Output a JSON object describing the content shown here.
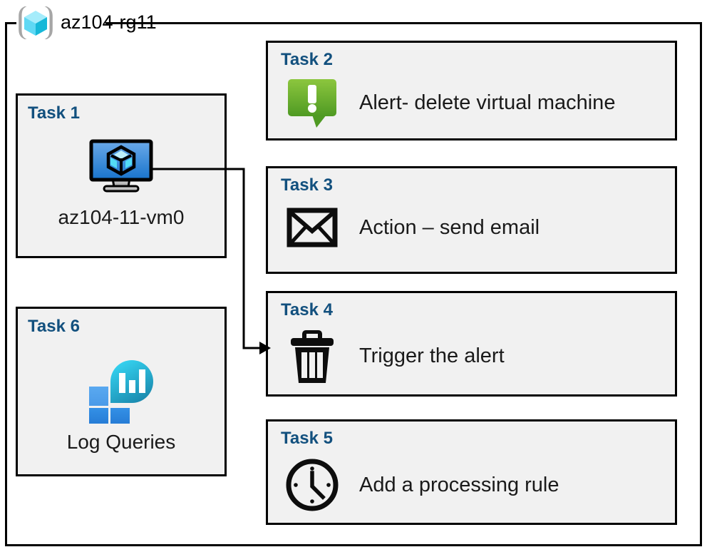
{
  "resource_group": {
    "icon": "resource-group-cube-icon",
    "label": "az104-rg11"
  },
  "cards": [
    {
      "id": "task1",
      "title": "Task 1",
      "caption": "az104-11-vm0",
      "icon": "virtual-machine-icon",
      "column": "left"
    },
    {
      "id": "task6",
      "title": "Task 6",
      "caption": "Log Queries",
      "icon": "log-analytics-icon",
      "column": "left"
    },
    {
      "id": "task2",
      "title": "Task 2",
      "caption": "Alert- delete virtual machine",
      "icon": "alert-exclamation-icon",
      "column": "right"
    },
    {
      "id": "task3",
      "title": "Task 3",
      "caption": "Action – send email",
      "icon": "envelope-icon",
      "column": "right"
    },
    {
      "id": "task4",
      "title": "Task 4",
      "caption": "Trigger the alert",
      "icon": "trash-can-icon",
      "column": "right"
    },
    {
      "id": "task5",
      "title": "Task 5",
      "caption": "Add a processing rule",
      "icon": "clock-icon",
      "column": "right"
    }
  ],
  "connector": {
    "name": "vm-to-trigger-arrow",
    "from": "task1",
    "to": "task4"
  },
  "colors": {
    "card_background": "#f1f1f1",
    "card_border": "#000000",
    "title_blue": "#12507e",
    "alert_green_light": "#82c341",
    "alert_green_dark": "#4f9a23",
    "vm_blue_light": "#5aa0e6",
    "vm_blue_dark": "#1b72c9",
    "rg_cube_cyan": "#7ee3f7",
    "rg_bracket_gray": "#a6a6a6",
    "log_square_blue": "#2f87e0",
    "log_teardrop_cyan": "#2ad2f0",
    "log_teardrop_teal": "#1c8bb0"
  }
}
